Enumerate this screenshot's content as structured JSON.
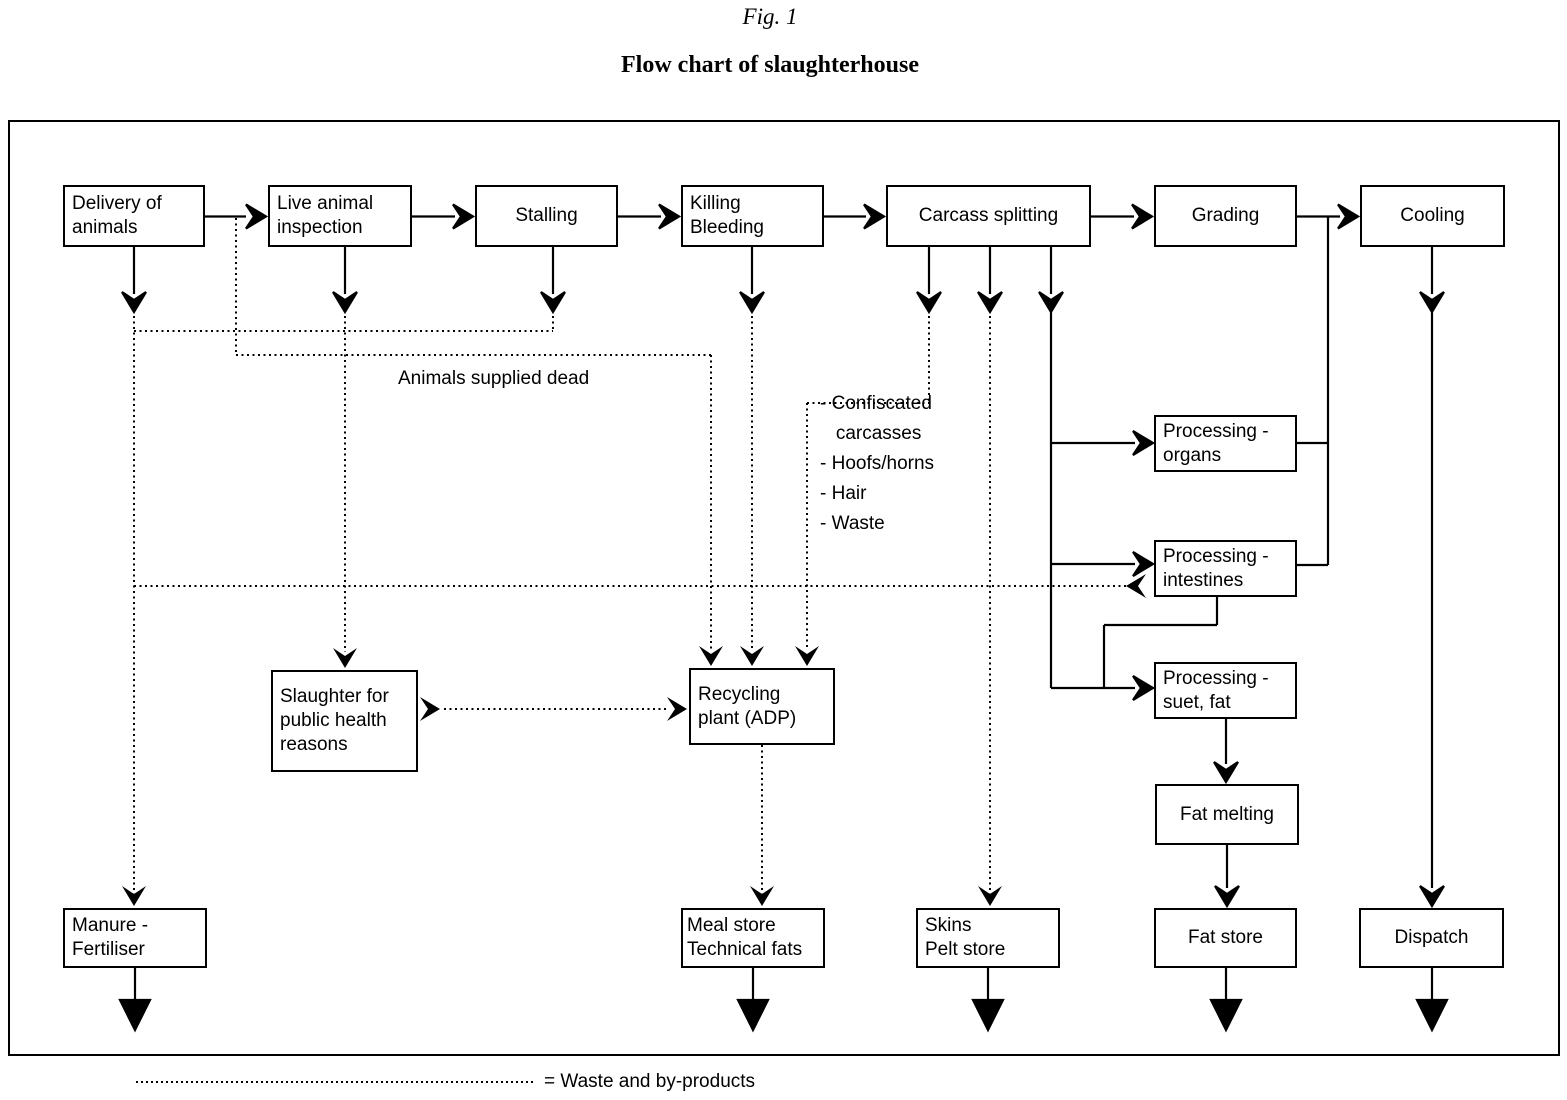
{
  "title": "Fig. 1",
  "subtitle": "Flow chart of slaughterhouse",
  "nodes": {
    "delivery": {
      "label": [
        "Delivery of",
        "animals"
      ]
    },
    "live_inspection": {
      "label": [
        "Live animal",
        "inspection"
      ]
    },
    "stalling": {
      "label": [
        "Stalling"
      ]
    },
    "killing": {
      "label": [
        "Killing",
        "Bleeding"
      ]
    },
    "carcass_splitting": {
      "label": [
        "Carcass splitting"
      ]
    },
    "grading": {
      "label": [
        "Grading"
      ]
    },
    "cooling": {
      "label": [
        "Cooling"
      ]
    },
    "slaughter_public_health": {
      "label": [
        "Slaughter for",
        "public health",
        "reasons"
      ]
    },
    "recycling_plant": {
      "label": [
        "Recycling",
        "plant (ADP)"
      ]
    },
    "processing_organs": {
      "label": [
        "Processing -",
        "organs"
      ]
    },
    "processing_intestines": {
      "label": [
        "Processing -",
        "intestines"
      ]
    },
    "processing_suet_fat": {
      "label": [
        "Processing -",
        "suet, fat"
      ]
    },
    "fat_melting": {
      "label": [
        "Fat melting"
      ]
    },
    "fat_store": {
      "label": [
        "Fat store"
      ]
    },
    "meal_store": {
      "label": [
        "Meal store",
        "Technical fats"
      ]
    },
    "skins_pelt_store": {
      "label": [
        "Skins",
        "Pelt store"
      ]
    },
    "manure_fertiliser": {
      "label": [
        "Manure -",
        "Fertiliser"
      ]
    },
    "dispatch": {
      "label": [
        "Dispatch"
      ]
    }
  },
  "annotations": {
    "animals_supplied_dead": "Animals supplied dead",
    "waste_list": [
      "- Confiscated",
      "   carcasses",
      "- Hoofs/horns",
      "- Hair",
      "- Waste"
    ]
  },
  "legend": {
    "dotted_label": "= Waste and by-products"
  },
  "colors": {
    "line": "#000000",
    "background": "#ffffff"
  }
}
